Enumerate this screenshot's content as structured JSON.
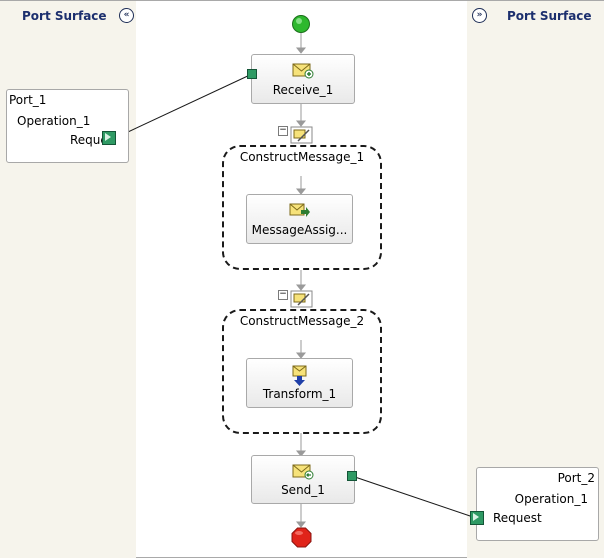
{
  "left_surface": {
    "title": "Port Surface",
    "collapse_glyph": "«"
  },
  "right_surface": {
    "title": "Port Surface",
    "collapse_glyph": "»"
  },
  "port_1": {
    "name": "Port_1",
    "operation": "Operation_1",
    "message": "Reque"
  },
  "port_2": {
    "name": "Port_2",
    "operation": "Operation_1",
    "message": "Request"
  },
  "shapes": {
    "receive": "Receive_1",
    "construct_1": "ConstructMessage_1",
    "assign": "MessageAssig...",
    "construct_2": "ConstructMessage_2",
    "transform": "Transform_1",
    "send": "Send_1"
  },
  "icons": {
    "start": "start-circle-icon",
    "end": "stop-octagon-icon",
    "receive": "envelope-receive-icon",
    "assign": "envelope-assign-icon",
    "transform": "envelope-transform-icon",
    "send": "envelope-send-icon",
    "construct": "construct-message-icon"
  },
  "colors": {
    "port_handle": "#2f9a64",
    "start": "#2eb82e",
    "end": "#e0241a",
    "surface_title": "#1c2f6e"
  }
}
